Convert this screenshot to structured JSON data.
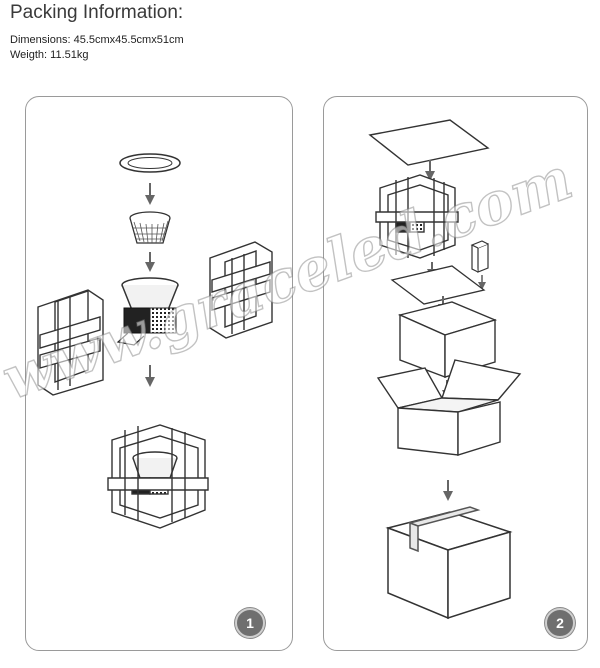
{
  "header": {
    "title": "Packing Information:",
    "dimensions": "Dimensions: 45.5cmx45.5cmx51cm",
    "weight": "Weigth: 11.51kg"
  },
  "steps": [
    {
      "number": "1"
    },
    {
      "number": "2"
    }
  ],
  "watermark": {
    "text": "www.graceled.com"
  }
}
